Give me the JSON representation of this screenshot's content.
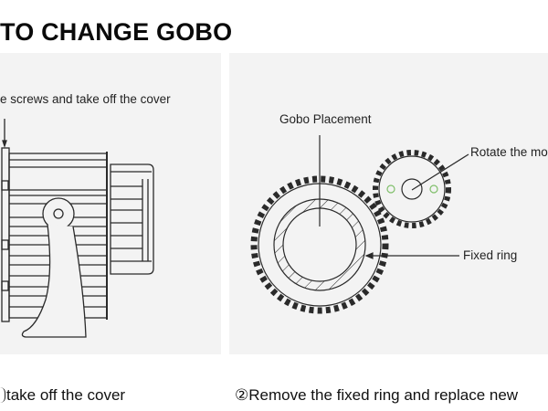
{
  "heading": "TO CHANGE GOBO",
  "step1": {
    "callout": "e screws and take off the cover",
    "caption": "take off the cover",
    "caption_marker": ""
  },
  "step2": {
    "labels": {
      "gobo_placement": "Gobo Placement",
      "rotate": "Rotate the mo",
      "fixed_ring": "Fixed ring"
    },
    "caption_marker": "②",
    "caption": "Remove the fixed ring and replace new"
  },
  "colors": {
    "panel_bg": "#f3f3f3",
    "line": "#2a2a2a",
    "hole_accent": "#7fbf6a"
  }
}
